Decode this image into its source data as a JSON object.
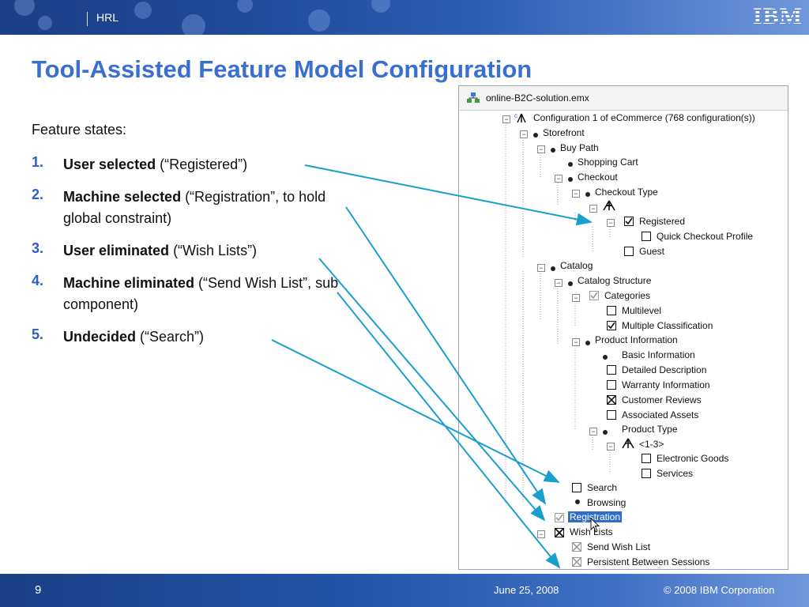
{
  "header": {
    "org_label": "HRL",
    "logo_text": "IBM"
  },
  "slide": {
    "title": "Tool-Assisted Feature Model Configuration",
    "states_label": "Feature states:",
    "items": [
      {
        "num": "1.",
        "bold": "User selected",
        "rest": " (“Registered”)"
      },
      {
        "num": "2.",
        "bold": "Machine selected",
        "rest": " (“Registration”, to hold global constraint)"
      },
      {
        "num": "3.",
        "bold": "User eliminated",
        "rest": " (“Wish Lists”)"
      },
      {
        "num": "4.",
        "bold": "Machine eliminated",
        "rest": " (“Send Wish List”, sub component)"
      },
      {
        "num": "5.",
        "bold": "Undecided",
        "rest": " (“Search”)"
      }
    ]
  },
  "panel": {
    "file_title": "online-B2C-solution.emx",
    "config_label": "Configuration 1 of eCommerce (768 configuration(s))",
    "nodes": {
      "storefront": "Storefront",
      "buy_path": "Buy Path",
      "shopping_cart": "Shopping Cart",
      "checkout": "Checkout",
      "checkout_type": "Checkout Type",
      "registered": "Registered",
      "quick_checkout": "Quick Checkout Profile",
      "guest": "Guest",
      "catalog": "Catalog",
      "catalog_structure": "Catalog Structure",
      "categories": "Categories",
      "multilevel": "Multilevel",
      "multiple_classification": "Multiple Classification",
      "product_information": "Product Information",
      "basic_information": "Basic Information",
      "detailed_description": "Detailed Description",
      "warranty_information": "Warranty Information",
      "customer_reviews": "Customer Reviews",
      "associated_assets": "Associated Assets",
      "product_type": "Product Type",
      "cardinality": "<1-3>",
      "electronic_goods": "Electronic Goods",
      "services": "Services",
      "search": "Search",
      "browsing": "Browsing",
      "registration": "Registration",
      "wish_lists": "Wish Lists",
      "send_wish_list": "Send Wish List",
      "persistent_sessions": "Persistent Between Sessions"
    }
  },
  "footer": {
    "page": "9",
    "date": "June 25, 2008",
    "copyright": "© 2008 IBM Corporation"
  },
  "colors": {
    "title": "#3a6fd0",
    "numbers": "#2c60c2",
    "arrows": "#1a9fcc",
    "selection": "#2f6ec8"
  }
}
